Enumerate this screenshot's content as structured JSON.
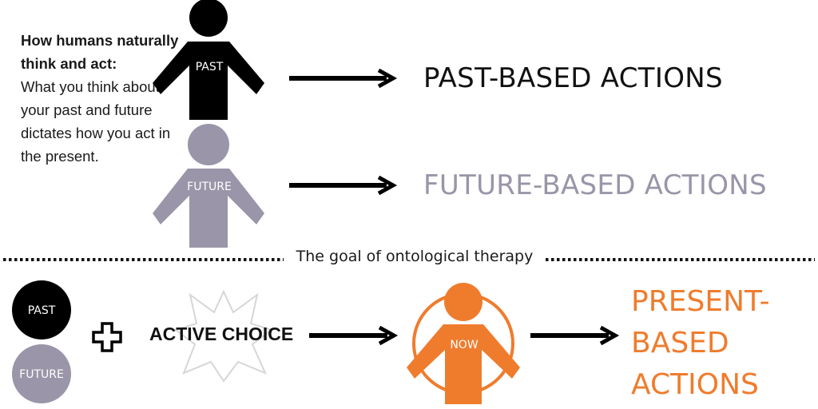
{
  "intro": {
    "heading": "How humans naturally think and act:",
    "body": "What you think about your past and future dictates how you act in the present."
  },
  "figures": {
    "past_label": "PAST",
    "future_label": "FUTURE",
    "now_label": "NOW"
  },
  "outcomes": {
    "past": "PAST-BASED ACTIONS",
    "future": "FUTURE-BASED ACTIONS",
    "present_lines": [
      "PRESENT-",
      "BASED",
      "ACTIONS"
    ]
  },
  "divider": {
    "label": "The goal of ontological therapy"
  },
  "bottom": {
    "past_circle": "PAST",
    "future_circle": "FUTURE",
    "active_choice": "ACTIVE CHOICE"
  },
  "colors": {
    "past": "#000000",
    "future": "#9a95a8",
    "present": "#ef7c2d",
    "starburst_outline": "#d6d6d6"
  }
}
